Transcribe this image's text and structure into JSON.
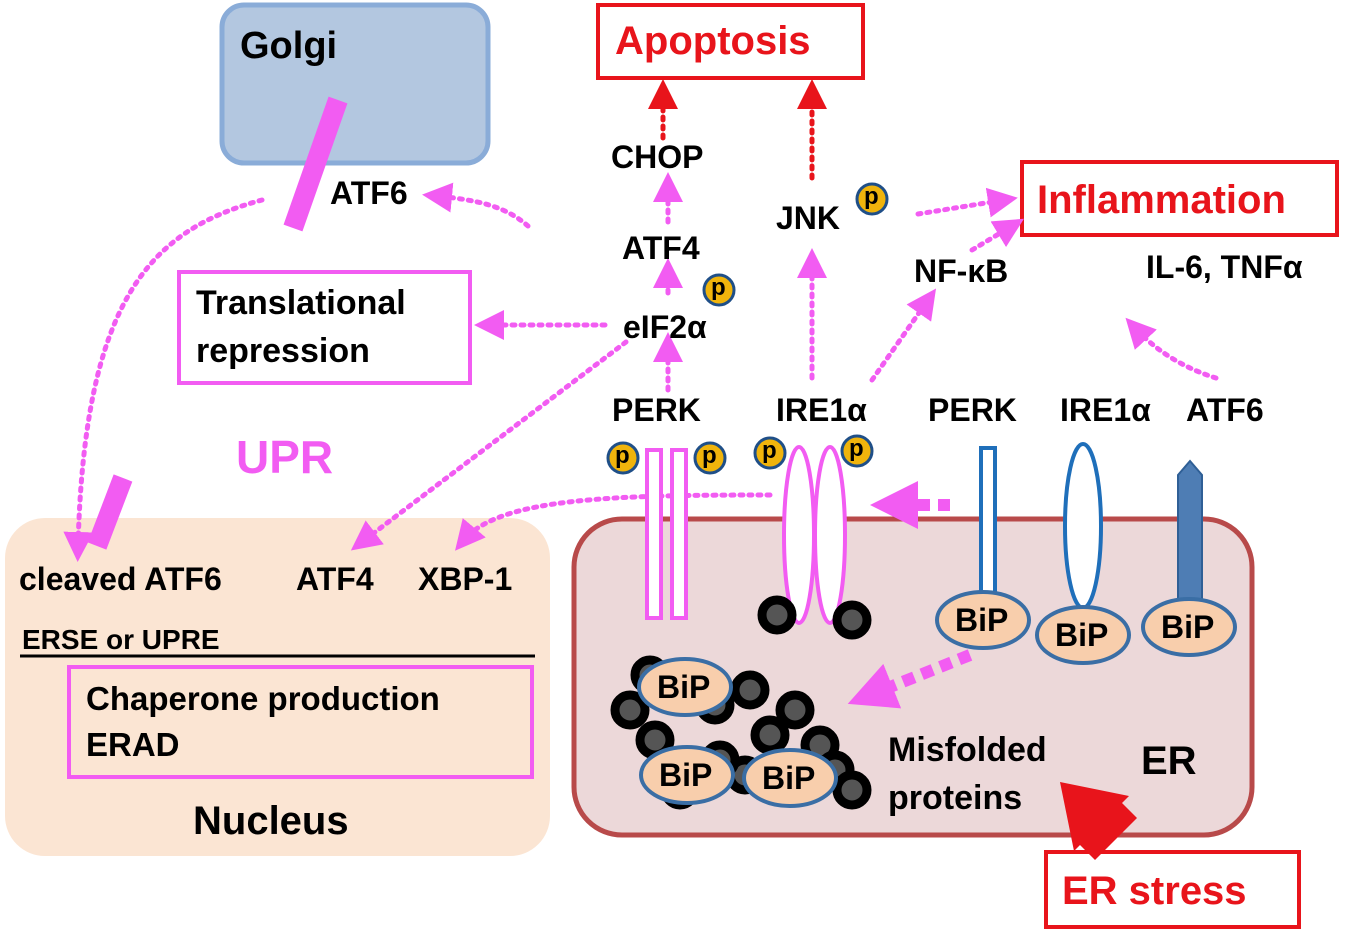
{
  "labels": {
    "golgi": "Golgi",
    "atf6_golgi": "ATF6",
    "apoptosis": "Apoptosis",
    "chop": "CHOP",
    "atf4_cyto": "ATF4",
    "eif2a": "eIF2α",
    "jnk": "JNK",
    "inflammation": "Inflammation",
    "nfkb": "NF-κB",
    "cytokines": "IL-6, TNFα",
    "translational_repression": [
      "Translational",
      "repression"
    ],
    "upr": "UPR",
    "perk_active": "PERK",
    "ire1a_active": "IRE1α",
    "perk_inactive": "PERK",
    "ire1a_inactive": "IRE1α",
    "atf6_inactive": "ATF6",
    "cleaved_atf6": "cleaved ATF6",
    "atf4_nuc": "ATF4",
    "xbp1": "XBP-1",
    "erse": "ERSE or UPRE",
    "chaperone_production": "Chaperone production",
    "erad": "ERAD",
    "nucleus": "Nucleus",
    "misfolded_proteins": [
      "Misfolded",
      "proteins"
    ],
    "er": "ER",
    "er_stress": "ER stress",
    "bip": "BiP",
    "phospho": "p"
  },
  "colors": {
    "golgi_fill": "#b3c7e0",
    "golgi_border": "#8aacd8",
    "nucleus_fill": "#fbe5d3",
    "er_fill": "#ecd8d9",
    "er_border": "#b84a4a",
    "magenta": "#f25cf2",
    "red": "#e8141b",
    "bip_fill": "#f8ceac",
    "bip_border": "#3a6ea5",
    "phospho_fill": "#f0b40c",
    "inactive_sensor": "#1f6fba",
    "atf6_inactive_fill": "#4e7db4"
  },
  "icons": {
    "golgi_atf6": "magenta-bar-icon",
    "nucleus_atf6": "magenta-bar-icon",
    "misfolded": "black-dark-circle-icon",
    "er_stress_arrow": "red-arrow-icon"
  }
}
